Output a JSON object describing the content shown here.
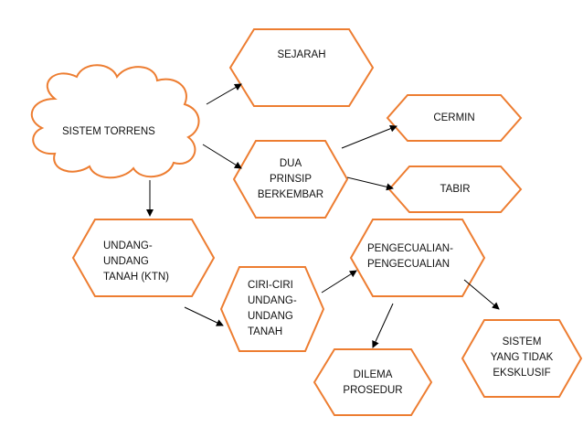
{
  "colors": {
    "stroke": "#ED7D31",
    "fill": "#FFFFFF",
    "arrow": "#000000",
    "text": "#111111"
  },
  "nodes": {
    "sistem_torrens": "SISTEM TORRENS",
    "sejarah": "SEJARAH",
    "cermin": "CERMIN",
    "dua_prinsip": "DUA\nPRINSIP\nBERKEMBAR",
    "tabir": "TABIR",
    "undang_ktn": "UNDANG-\nUNDANG\nTANAH (KTN)",
    "pengecualian": "PENGECUALIAN-\nPENGECUALIAN",
    "ciri_ciri": "CIRI-CIRI\nUNDANG-\nUNDANG\nTANAH",
    "sistem_tidak_eksklusif": "SISTEM\nYANG TIDAK\nEKSKLUSIF",
    "dilema_prosedur": "DILEMA\nPROSEDUR"
  }
}
